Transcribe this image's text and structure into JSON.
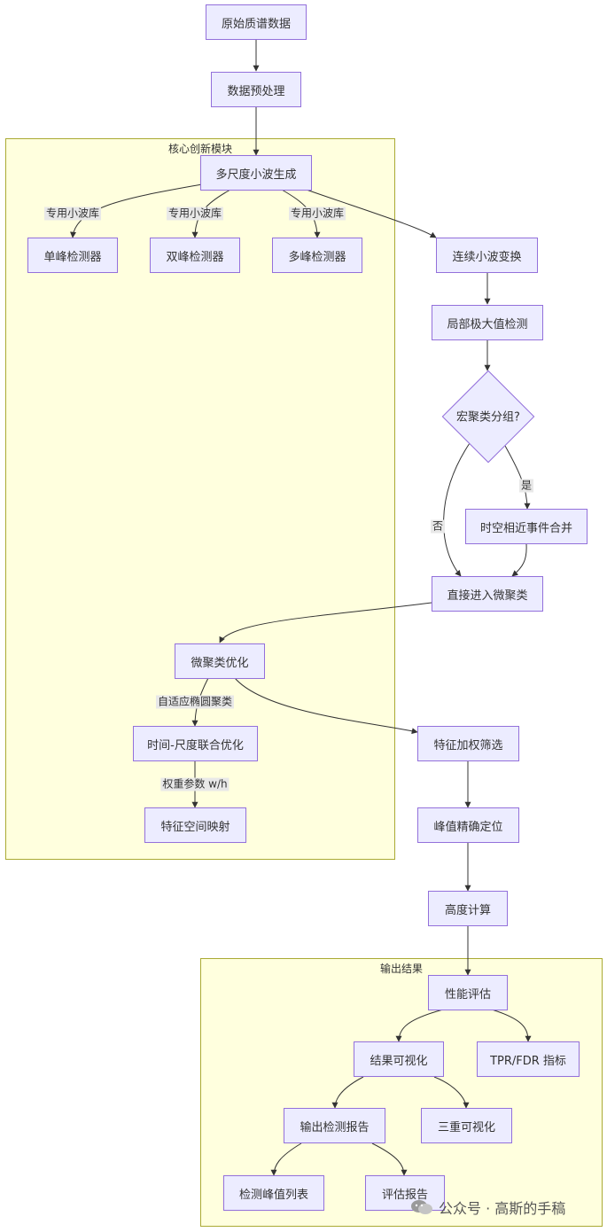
{
  "clusters": {
    "core": "核心创新模块",
    "output": "输出结果"
  },
  "nodes": {
    "raw": "原始质谱数据",
    "preprocess": "数据预处理",
    "multiscale": "多尺度小波生成",
    "single": "单峰检测器",
    "double": "双峰检测器",
    "multi": "多峰检测器",
    "cwt": "连续小波变换",
    "localmax": "局部极大值检测",
    "macro": "宏聚类分组?",
    "merge": "时空相近事件合并",
    "micro_direct": "直接进入微聚类",
    "micro_opt": "微聚类优化",
    "joint": "时间-尺度联合优化",
    "feature_map": "特征空间映射",
    "weighted": "特征加权筛选",
    "peak_loc": "峰值精确定位",
    "height": "高度计算",
    "perf": "性能评估",
    "viz": "结果可视化",
    "tpr": "TPR/FDR 指标",
    "report": "输出检测报告",
    "triple": "三重可视化",
    "peaklist": "检测峰值列表",
    "evalreport": "评估报告"
  },
  "edge_labels": {
    "lib1": "专用小波库",
    "lib2": "专用小波库",
    "lib3": "专用小波库",
    "yes": "是",
    "no": "否",
    "ellipse": "自适应椭圆聚类",
    "weights": "权重参数 w/h"
  },
  "watermark": "公众号 · 高斯的手稿",
  "colors": {
    "node_fill": "#ececff",
    "node_border": "#9370db",
    "cluster_fill": "#ffffde",
    "cluster_border": "#aaaa33",
    "edge": "#333333"
  }
}
